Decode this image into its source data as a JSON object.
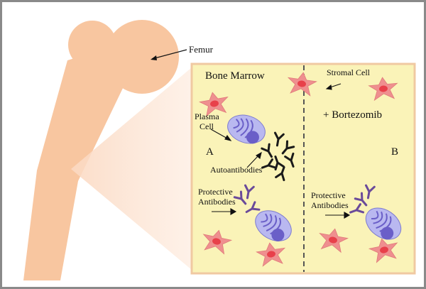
{
  "labels": {
    "femur": "Femur",
    "bone_marrow": "Bone Marrow",
    "stromal_cell": "Stromal Cell",
    "bortezomib": "+ Bortezomib",
    "plasma_cell_line1": "Plasma",
    "plasma_cell_line2": "Cell",
    "panel_a": "A",
    "panel_b": "B",
    "autoantibodies": "Autoantibodies",
    "protective_a_line1": "Protective",
    "protective_a_line2": "Antibodies",
    "protective_b_line1": "Protective",
    "protective_b_line2": "Antibodies"
  },
  "colors": {
    "bone": "#f8c6a0",
    "marrow_panel": "#faf3b8",
    "marrow_border": "#f0c9a2",
    "stromal_cell": "#ef8f8f",
    "stromal_nucleus": "#e8404a",
    "plasma_cell": "#b9b8f0",
    "plasma_nucleus": "#6a5fc8",
    "autoantibody": "#1a1a1a",
    "protective_antibody": "#6a4a9a",
    "divider": "#555555",
    "frame": "#8a8a8a"
  }
}
